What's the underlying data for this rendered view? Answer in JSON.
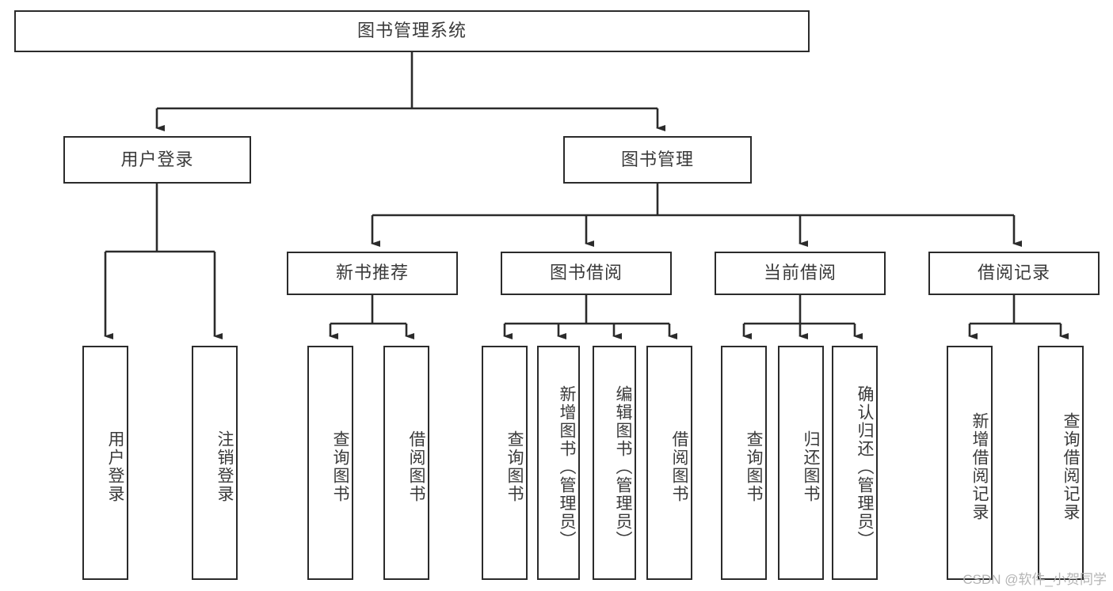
{
  "diagram": {
    "title": "图书管理系统",
    "type": "hierarchy-tree",
    "watermark": "CSDN @软件_小贺同学",
    "colors": {
      "background": "#ffffff",
      "box_border": "#2b2b2b",
      "box_fill": "#ffffff",
      "text": "#3a3a3a",
      "edge": "#2b2b2b",
      "watermark": "#b4b4b4"
    },
    "levels": {
      "root": {
        "label": "图书管理系统"
      },
      "level2": [
        {
          "label": "用户登录"
        },
        {
          "label": "图书管理"
        }
      ],
      "level3": [
        {
          "label": "新书推荐"
        },
        {
          "label": "图书借阅"
        },
        {
          "label": "当前借阅"
        },
        {
          "label": "借阅记录"
        }
      ],
      "leaves_user_login": [
        {
          "label": "用户登录"
        },
        {
          "label": "注销登录"
        }
      ],
      "leaves_new_book": [
        {
          "label": "查询图书"
        },
        {
          "label": "借阅图书"
        }
      ],
      "leaves_borrow": [
        {
          "label": "查询图书"
        },
        {
          "label": "新增图书（管理员）"
        },
        {
          "label": "编辑图书（管理员）"
        },
        {
          "label": "借阅图书"
        }
      ],
      "leaves_current": [
        {
          "label": "查询图书"
        },
        {
          "label": "归还图书"
        },
        {
          "label": "确认归还（管理员）"
        }
      ],
      "leaves_records": [
        {
          "label": "新增借阅记录"
        },
        {
          "label": "查询借阅记录"
        }
      ]
    }
  }
}
